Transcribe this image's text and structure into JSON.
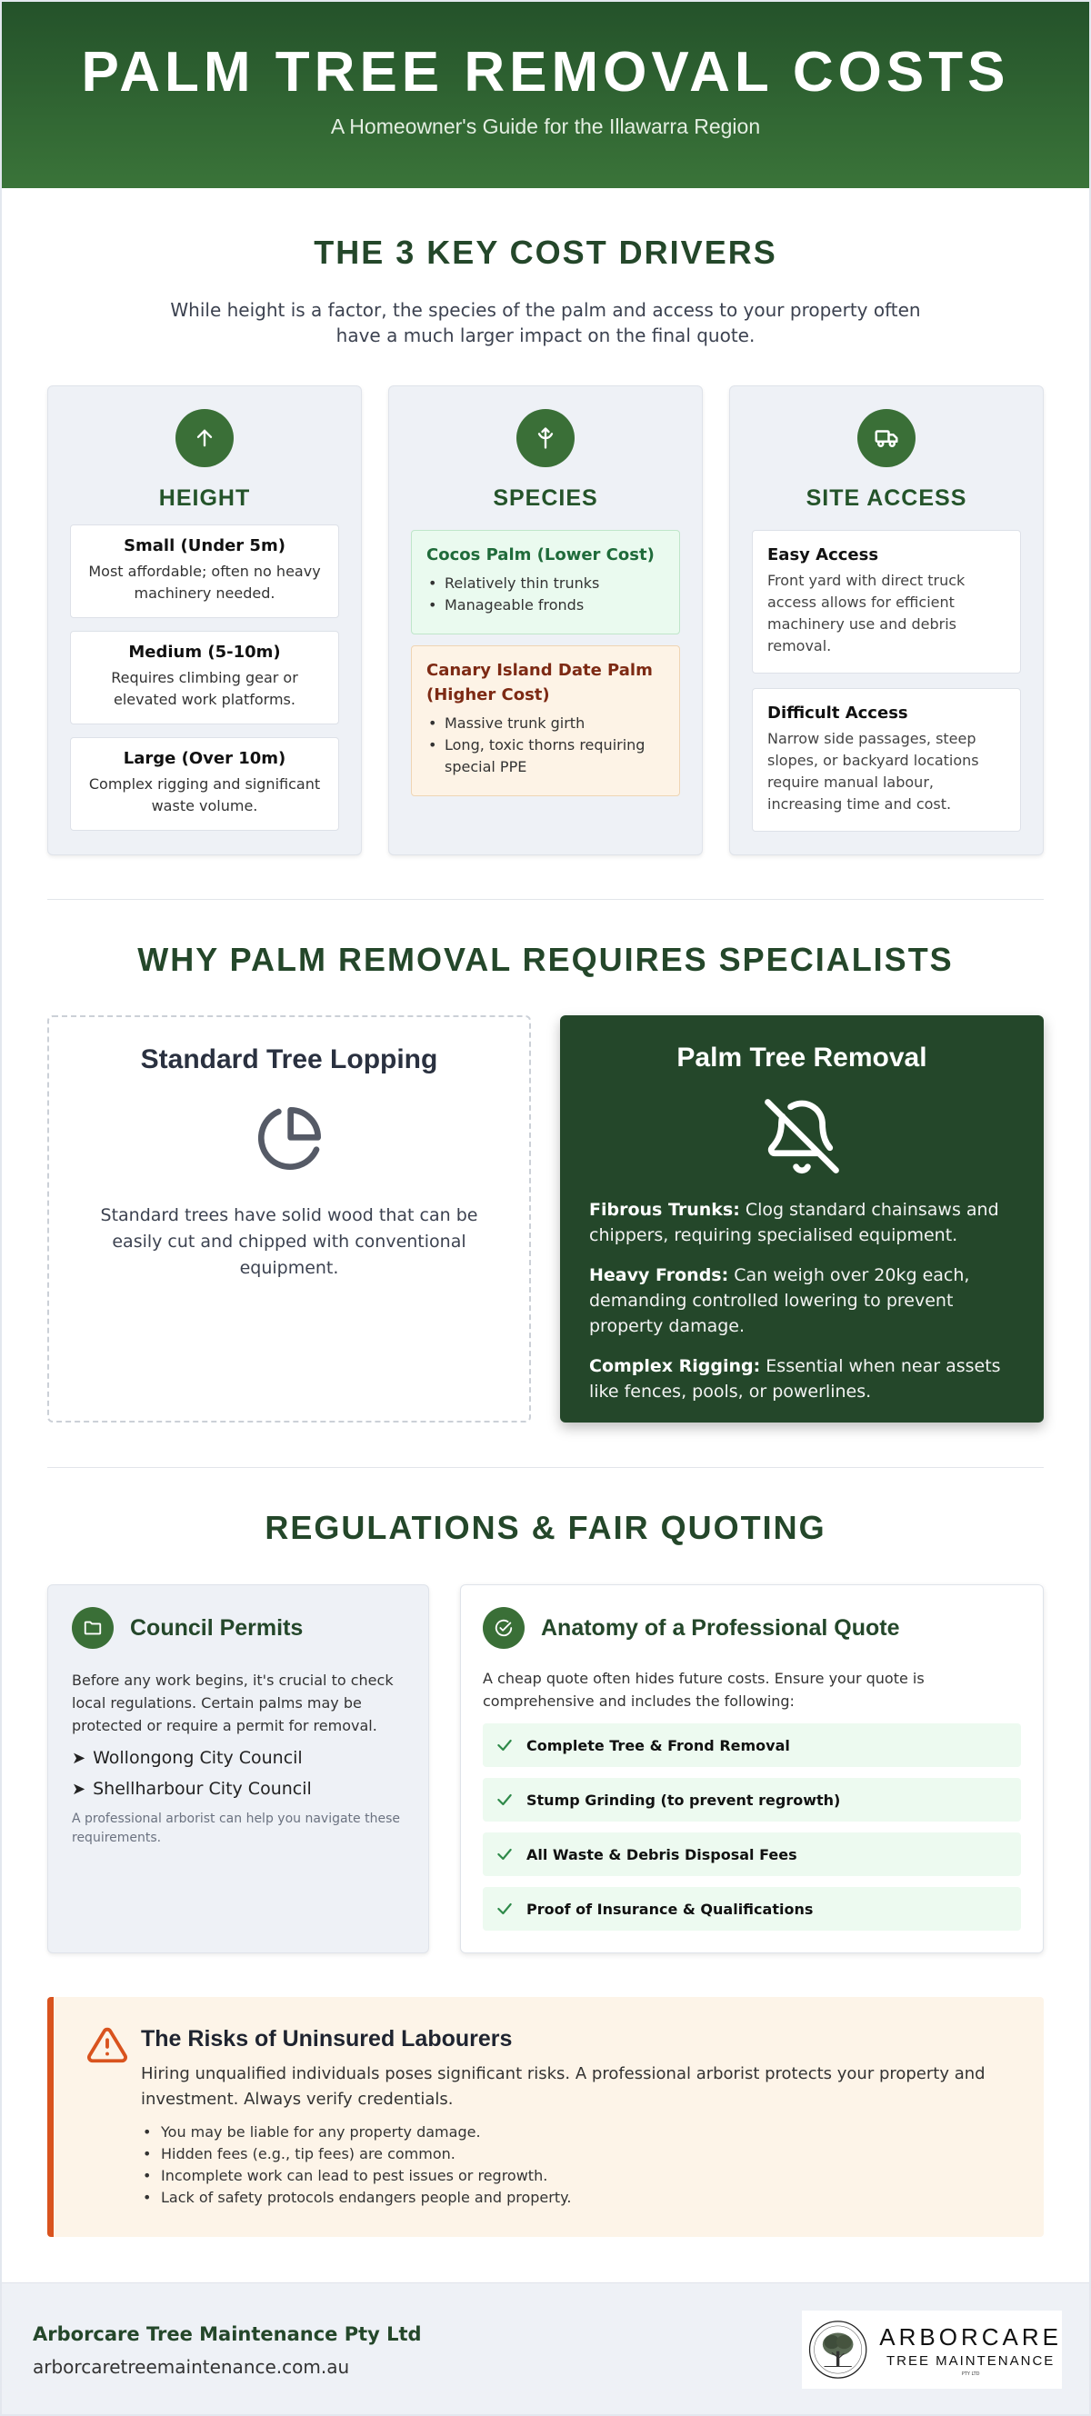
{
  "header": {
    "title": "PALM TREE REMOVAL COSTS",
    "subtitle": "A Homeowner's Guide for the Illawarra Region"
  },
  "drivers": {
    "title": "THE 3 KEY COST DRIVERS",
    "intro": "While height is a factor, the species of the palm and access to your property often have a much larger impact on the final quote.",
    "height": {
      "icon": "arrow-up-icon",
      "heading": "HEIGHT",
      "items": [
        {
          "title": "Small (Under 5m)",
          "text": "Most affordable; often no heavy machinery needed."
        },
        {
          "title": "Medium (5-10m)",
          "text": "Requires climbing gear or elevated work platforms."
        },
        {
          "title": "Large (Over 10m)",
          "text": "Complex rigging and significant waste volume."
        }
      ]
    },
    "species": {
      "icon": "palm-sprout-icon",
      "heading": "SPECIES",
      "cocos": {
        "title": "Cocos Palm (Lower Cost)",
        "points": [
          "Relatively thin trunks",
          "Manageable fronds"
        ]
      },
      "canary": {
        "title": "Canary Island Date Palm (Higher Cost)",
        "points": [
          "Massive trunk girth",
          "Long, toxic thorns requiring special PPE"
        ]
      }
    },
    "access": {
      "icon": "truck-icon",
      "heading": "SITE ACCESS",
      "items": [
        {
          "title": "Easy Access",
          "text": "Front yard with direct truck access allows for efficient machinery use and debris removal."
        },
        {
          "title": "Difficult Access",
          "text": "Narrow side passages, steep slopes, or backyard locations require manual labour, increasing time and cost."
        }
      ]
    }
  },
  "specialists": {
    "title": "WHY PALM REMOVAL REQUIRES SPECIALISTS",
    "standard": {
      "heading": "Standard Tree Lopping",
      "text": "Standard trees have solid wood that can be easily cut and chipped with conventional equipment."
    },
    "palm": {
      "heading": "Palm Tree Removal",
      "points": [
        {
          "label": "Fibrous Trunks:",
          "text": " Clog standard chainsaws and chippers, requiring specialised equipment."
        },
        {
          "label": "Heavy Fronds:",
          "text": " Can weigh over 20kg each, demanding controlled lowering to prevent property damage."
        },
        {
          "label": "Complex Rigging:",
          "text": " Essential when near assets like fences, pools, or powerlines."
        }
      ]
    }
  },
  "regulations": {
    "title": "REGULATIONS & FAIR QUOTING",
    "permits": {
      "heading": "Council Permits",
      "lead": "Before any work begins, it's crucial to check local regulations. Certain palms may be protected or require a permit for removal.",
      "councils": [
        "Wollongong City Council",
        "Shellharbour City Council"
      ],
      "arrow": "➤",
      "note": "A professional arborist can help you navigate these requirements."
    },
    "quote": {
      "heading": "Anatomy of a Professional Quote",
      "lead": "A cheap quote often hides future costs. Ensure your quote is comprehensive and includes the following:",
      "items": [
        "Complete Tree & Frond Removal",
        "Stump Grinding (to prevent regrowth)",
        "All Waste & Debris Disposal Fees",
        "Proof of Insurance & Qualifications"
      ]
    }
  },
  "risks": {
    "heading": "The Risks of Uninsured Labourers",
    "text": "Hiring unqualified individuals poses significant risks. A professional arborist protects your property and investment. Always verify credentials.",
    "points": [
      "You may be liable for any property damage.",
      "Hidden fees (e.g., tip fees) are common.",
      "Incomplete work can lead to pest issues or regrowth.",
      "Lack of safety protocols endangers people and property."
    ]
  },
  "footer": {
    "company": "Arborcare Tree Maintenance Pty Ltd",
    "website": "arborcaretreemaintenance.com.au",
    "logo": {
      "line1": "ARBORCARE",
      "line2": "TREE MAINTENANCE",
      "line3": "PTY LTD"
    }
  },
  "colors": {
    "brand_green": "#24472a",
    "accent_orange": "#d9531e",
    "light_green": "#edfaf0"
  }
}
